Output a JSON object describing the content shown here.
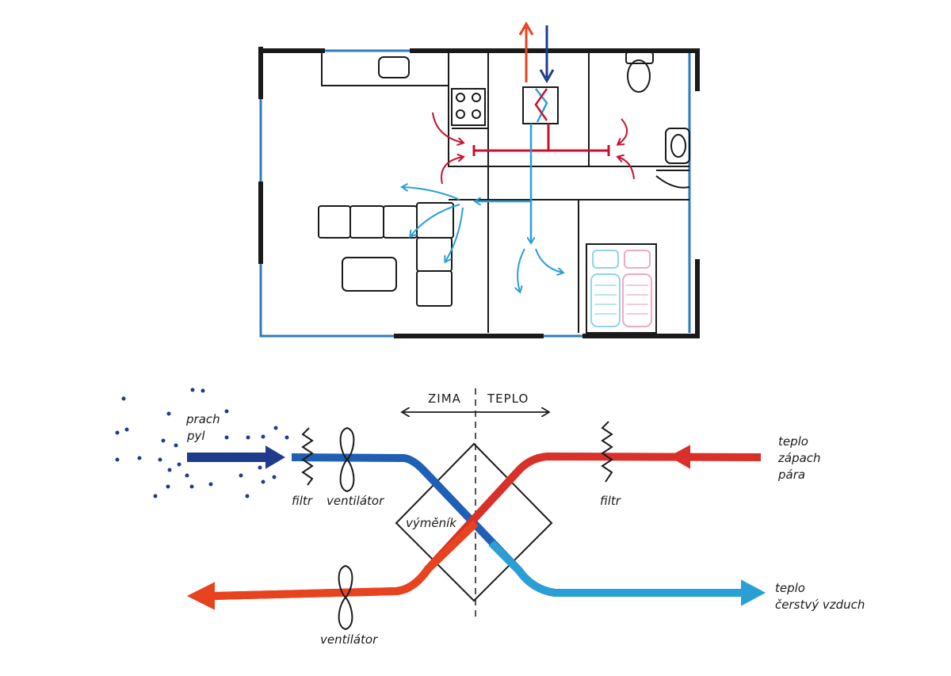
{
  "colors": {
    "ink": "#1a1a1a",
    "wall_blue": "#2e7cc0",
    "fresh_air": "#2a9fd6",
    "extract_air": "#c8102e",
    "hot": "#e8431f",
    "cold": "#1f3c8c",
    "dust": "#1f3c8c",
    "pillow_blue": "#8fd3ea",
    "pillow_pink": "#f2a7c3"
  },
  "labels": {
    "zima": "ZIMA",
    "teplo_top": "TEPLO",
    "prach": "prach",
    "pyl": "pyl",
    "filtr_left": "filtr",
    "ventilator_top": "ventilátor",
    "vymenik": "výměník",
    "filtr_right": "filtr",
    "teplo_in": "teplo",
    "zapach": "zápach",
    "para": "pára",
    "ventilator_bottom": "ventilátor",
    "teplo_out": "teplo",
    "cerstvy_vzduch": "čerstvý vzduch"
  },
  "icons": {
    "stove": "stove-icon",
    "toilet": "toilet-icon",
    "sink": "sink-icon",
    "bed": "bed-icon",
    "fan": "fan-icon",
    "filter": "filter-icon",
    "heat_exchanger": "heat-exchanger-icon"
  }
}
